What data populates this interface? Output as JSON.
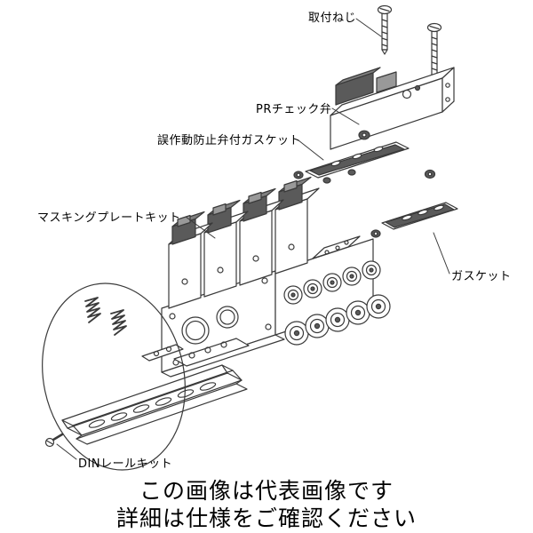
{
  "image": {
    "background": "#ffffff",
    "line_color": "#3a3a3a",
    "dark_fill": "#5a5a5a",
    "text_color": "#000000"
  },
  "labels": {
    "mounting_screw": "取付ねじ",
    "pr_check_valve": "PRチェック弁",
    "anti_malfunction_valve_gasket": "誤作動防止弁付ガスケット",
    "masking_plate_kit": "マスキングプレートキット",
    "gasket": "ガスケット",
    "din_rail_kit": "DINレールキット"
  },
  "caption": {
    "line1": "この画像は代表画像です",
    "line2": "詳細は仕様をご確認ください"
  }
}
